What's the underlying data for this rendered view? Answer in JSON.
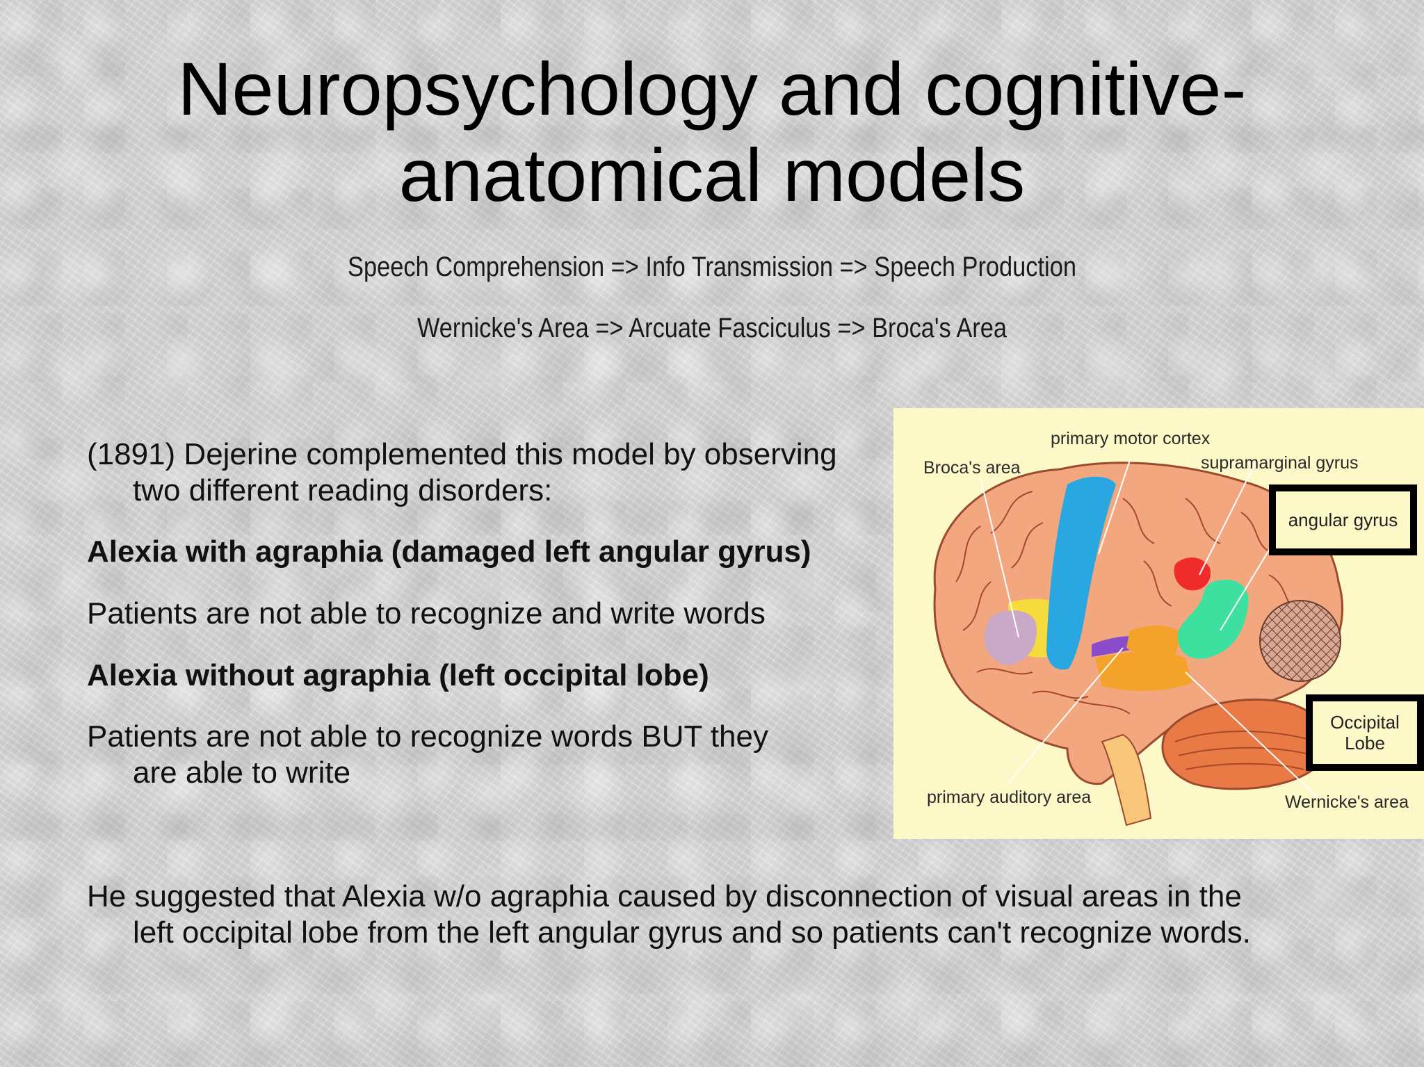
{
  "slide": {
    "title_line1": "Neuropsychology and cognitive-",
    "title_line2": "anatomical models",
    "subtitle_1": "Speech Comprehension => Info Transmission => Speech Production",
    "subtitle_2": "Wernicke's Area => Arcuate Fasciculus => Broca's Area"
  },
  "body": {
    "p1_line1": "(1891) Dejerine complemented this model by observing",
    "p1_line2": "two different reading disorders:",
    "heading_1": "Alexia with agraphia  (damaged left angular gyrus)",
    "p2": "Patients are not able to recognize and write words",
    "heading_2": "Alexia without agraphia (left occipital lobe)",
    "p3_line1": "Patients are not able to recognize words BUT they",
    "p3_line2": "are able to write",
    "p4_line1": "He suggested that Alexia w/o agraphia caused by disconnection of visual areas in the",
    "p4_line2": "left occipital lobe from the left angular gyrus and so patients can't recognize words."
  },
  "figure": {
    "labels": {
      "primary_motor_cortex": "primary motor cortex",
      "brocas_area": "Broca's area",
      "supramarginal_gyrus": "supramarginal gyrus",
      "angular_gyrus": "angular gyrus",
      "occipital_lobe_line1": "Occipital",
      "occipital_lobe_line2": "Lobe",
      "primary_auditory_area": "primary auditory area",
      "wernickes_area": "Wernicke's area"
    },
    "colors": {
      "background": "#fdf8c8",
      "brain": "#f2a77f",
      "motor_cortex": "#2aa6e0",
      "broca": "#c9a8c8",
      "yellow_region": "#f5dc3c",
      "auditory": "#f4a32a",
      "supramarginal": "#ef2b2b",
      "angular": "#3ee0a0",
      "cerebellum": "#ea7a45"
    }
  }
}
